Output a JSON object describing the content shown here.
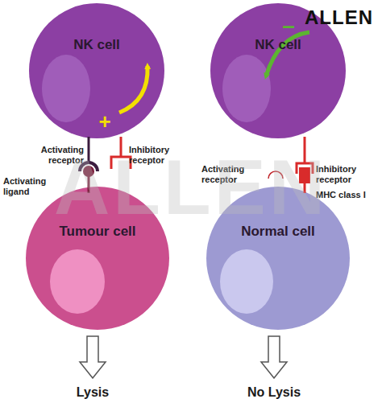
{
  "diagram": {
    "nodes": [
      {
        "text": [
          "NK cell"
        ]
      },
      {
        "text": [
          "NK cell"
        ]
      },
      {
        "text": [
          "Tumour cell"
        ]
      },
      {
        "text": [
          "Normal cell"
        ]
      }
    ],
    "labels": [
      "ALLEN",
      "+",
      "–",
      "Activating receptor",
      "Inhibitory receptor",
      "Activating ligand",
      "Activating receptor",
      "Inhibitory receptor",
      "MHC class I",
      "Lysis",
      "No Lysis",
      "ALLEN"
    ]
  }
}
